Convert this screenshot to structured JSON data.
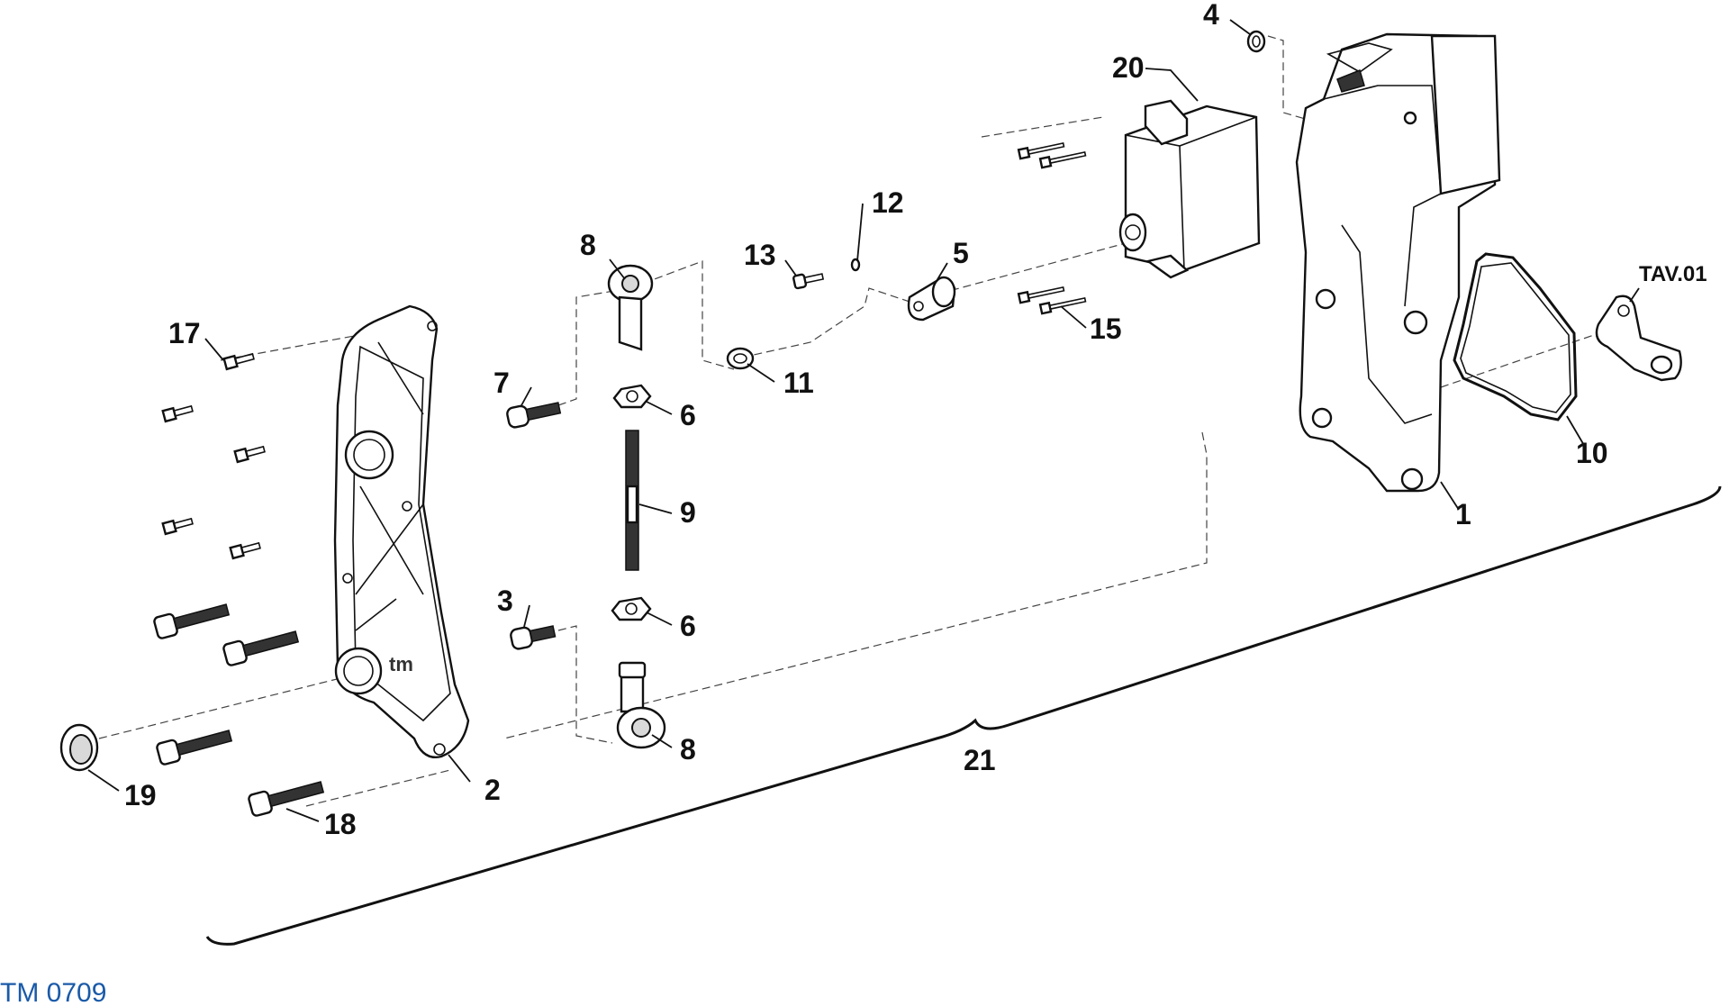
{
  "drawing_code": "TM 0709",
  "assembly_callout": "21",
  "callouts": {
    "c1": "1",
    "c2": "2",
    "c3": "3",
    "c4": "4",
    "c5": "5",
    "c6a": "6",
    "c6b": "6",
    "c7": "7",
    "c8a": "8",
    "c8b": "8",
    "c9": "9",
    "c10": "10",
    "c11": "11",
    "c12": "12",
    "c13": "13",
    "c15": "15",
    "c17": "17",
    "c18": "18",
    "c19": "19",
    "c20": "20",
    "tav": "TAV.01"
  },
  "colors": {
    "line": "#111111",
    "code_text": "#1a5aa8",
    "background": "#ffffff"
  }
}
